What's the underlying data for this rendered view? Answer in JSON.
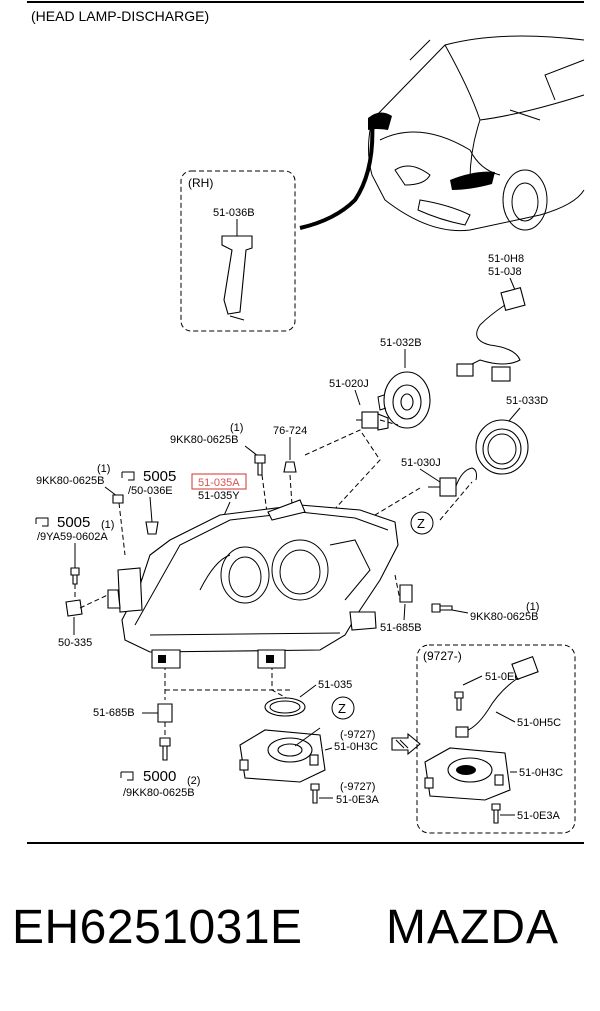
{
  "diagram": {
    "title": "(HEAD LAMP-DISCHARGE)",
    "rh_group_label": "(RH)",
    "variant_label": "(9727-)",
    "zoom_marker": "Z",
    "highlight_color": "#d9534f",
    "labels": {
      "p51_036B": "51-036B",
      "p51_0H8": "51-0H8",
      "p51_0J8": "51-0J8",
      "p51_032B": "51-032B",
      "p51_020J": "51-020J",
      "p51_033D": "51-033D",
      "bolt_qty_top": "(1)",
      "bolt_top": "9KK80-0625B",
      "p76_724": "76-724",
      "p51_030J": "51-030J",
      "bolt_qty_left": "(1)",
      "bolt_left": "9KK80-0625B",
      "torque_5005_a": "5005",
      "sub_50_036E": "/50-036E",
      "p51_035A": "51-035A",
      "p51_035Y": "51-035Y",
      "torque_5005_b": "5005",
      "qty_5005_b": "(1)",
      "sub_9YA59": "/9YA59-0602A",
      "p50_335": "50-335",
      "bolt_qty_right": "(1)",
      "bolt_right": "9KK80-0625B",
      "p51_685B_right": "51-685B",
      "p51_035": "51-035",
      "p51_685B_left": "51-685B",
      "range_9727_a": "(-9727)",
      "p51_0H3C_a": "51-0H3C",
      "range_9727_b": "(-9727)",
      "p51_0E3A_a": "51-0E3A",
      "torque_5000": "5000",
      "qty_5000": "(2)",
      "sub_9KK80": "/9KK80-0625B",
      "p51_0E6": "51-0E6",
      "p51_0H5C": "51-0H5C",
      "p51_0H3C_b": "51-0H3C",
      "p51_0E3A_b": "51-0E3A"
    }
  },
  "footer": {
    "part_number": "EH6251031E",
    "brand": "MAZDA"
  }
}
